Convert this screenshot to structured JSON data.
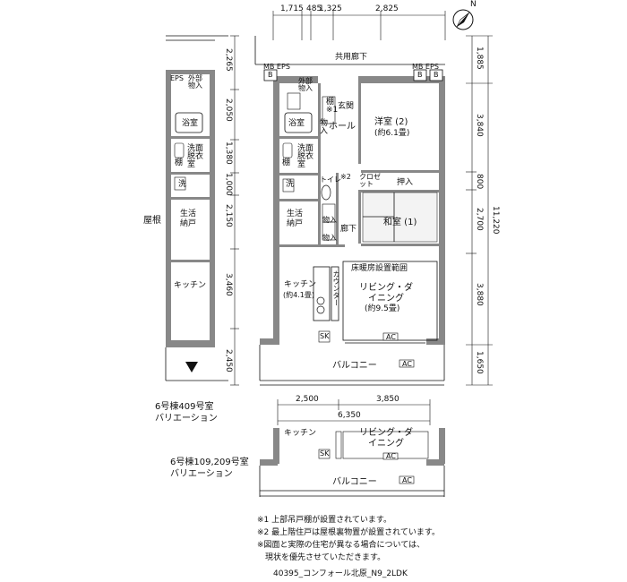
{
  "compass": {
    "label": "N"
  },
  "top_dims": [
    "1,715",
    "485",
    "1,325",
    "2,825"
  ],
  "right_dims": [
    "1,885",
    "3,840",
    "800",
    "2,700",
    "3,880",
    "1,650"
  ],
  "right_total": "11,220",
  "left_dims": [
    "2,265",
    "2,050",
    "1,380",
    "1,000",
    "2,150",
    "3,460",
    "2,450"
  ],
  "main_plan": {
    "corridor": "共用廊下",
    "mb_eps_left": "MB EPS",
    "mb_eps_right": "MB EPS",
    "gaibu_monoire": "外部物入",
    "tana1": "棚※1",
    "genkan": "玄関",
    "hall": "ホール",
    "monoire": "物入",
    "yoshitsu": "洋室 (2)",
    "yoshitsu_size": "(約6.1畳)",
    "yokushitsu": "浴室",
    "senmen": "洗面脱衣室",
    "tana": "棚",
    "sen": "洗",
    "toilet": "トイレ",
    "note2": "※2",
    "closet": "クロゼット",
    "oshiire": "押入",
    "washitsu": "和室 (1)",
    "seikatsu": "生活納戸",
    "monoire_a": "物入",
    "monoire_b": "物入",
    "rouka": "廊下",
    "yukadanbou": "床暖房設置範囲",
    "kitchen": "キッチン",
    "kitchen_size": "(約4.1畳)",
    "counter": "カウンター",
    "living": "リビング・ダイニング",
    "living_size": "(約9.5畳)",
    "ac": "AC",
    "sk": "SK",
    "balcony": "バルコニー",
    "mark_b": "B"
  },
  "left_plan": {
    "eps": "EPS",
    "gaibu_monoire": "外部物入",
    "yokushitsu": "浴室",
    "senmen": "洗面脱衣室",
    "tana": "棚",
    "sen": "洗",
    "seikatsu": "生活納戸",
    "kitchen": "キッチン",
    "okujo": "屋根",
    "caption_line1": "6号棟409号室",
    "caption_line2": "バリエーション"
  },
  "variation2": {
    "dims": [
      "2,500",
      "3,850"
    ],
    "total": "6,350",
    "kitchen": "キッチン",
    "living": "リビング・ダイニング",
    "sk": "SK",
    "ac": "AC",
    "balcony": "バルコニー",
    "caption_line1": "6号棟109,209号室",
    "caption_line2": "バリエーション"
  },
  "notes": [
    "※1 上部吊戸棚が設置されています。",
    "※2 最上階住戸は屋根裏物置が設置されています。",
    "※図面と実際の住宅が異なる場合については、",
    "　現状を優先させていただきます。"
  ],
  "footer_code": "40395_コンフォール北原_N9_2LDK"
}
